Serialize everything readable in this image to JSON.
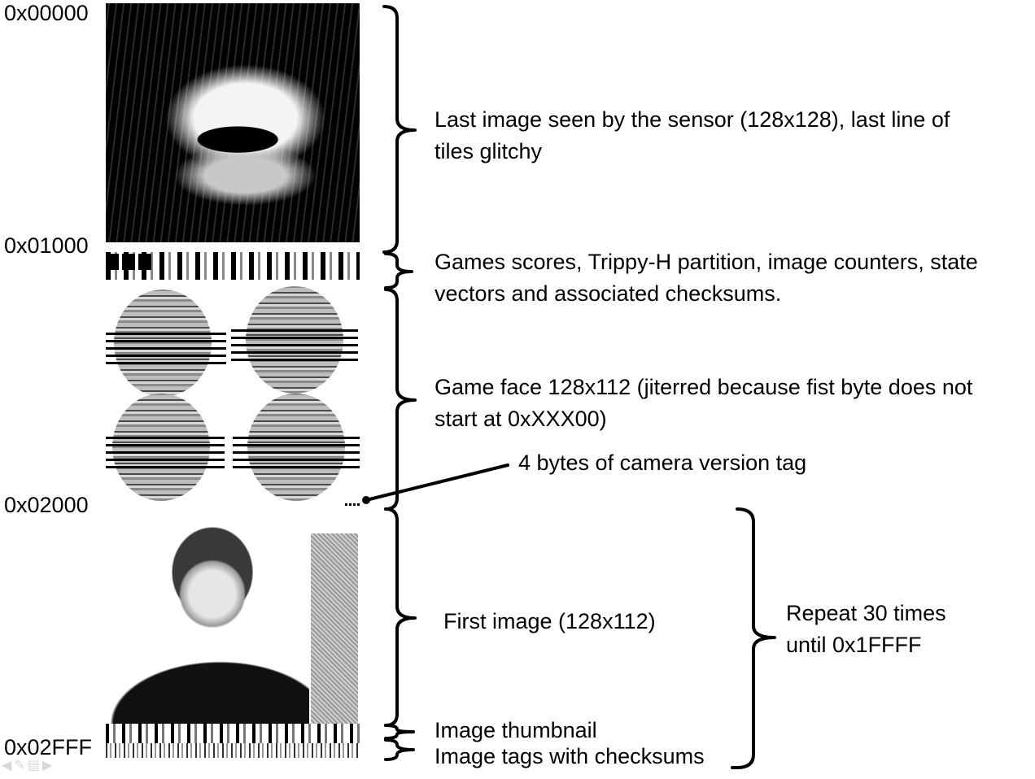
{
  "addresses": {
    "a0": "0x00000",
    "a1": "0x01000",
    "a2": "0x02000",
    "a3": "0x02FFF"
  },
  "labels": {
    "last_image_line1": "Last image seen by the sensor (128x128), last line of",
    "last_image_line2": "tiles glitchy",
    "scores_line1": "Games scores, Trippy-H partition, image counters, state",
    "scores_line2": "vectors and associated checksums.",
    "game_face_line1": "Game face 128x112 (jiterred because fist byte does not",
    "game_face_line2": "start at 0xXXX00)",
    "version_tag": "4 bytes of camera version tag",
    "first_image": "First image (128x112)",
    "thumbnail": "Image thumbnail",
    "tags": "Image tags with checksums",
    "repeat_line1": "Repeat 30 times",
    "repeat_line2": "until 0x1FFFF"
  },
  "icons": [
    "nav-arrow-left-icon",
    "nav-pen-icon",
    "nav-menu-icon",
    "nav-arrow-right-icon"
  ],
  "colors": {
    "text": "#000000",
    "background": "#ffffff"
  }
}
